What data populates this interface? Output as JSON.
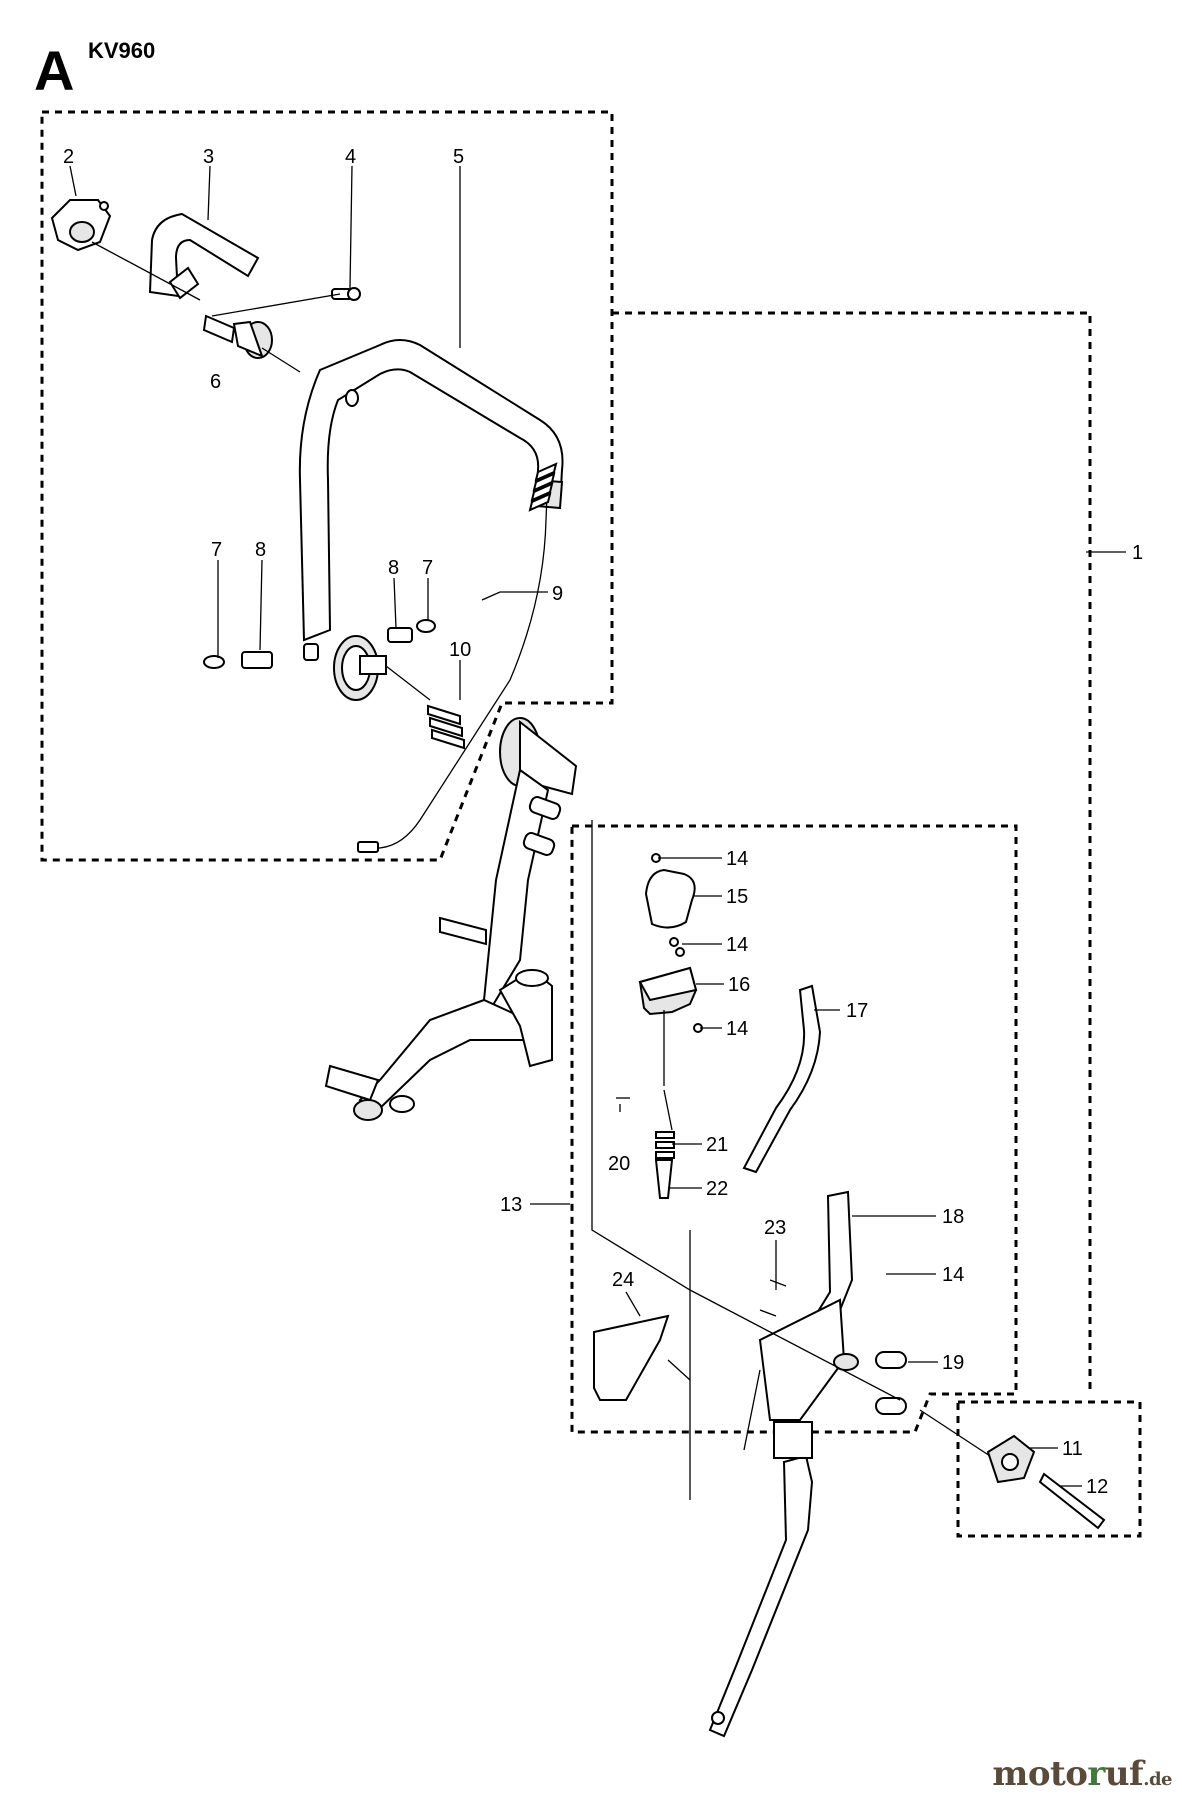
{
  "page": {
    "section_letter": "A",
    "model": "KV960"
  },
  "watermark": {
    "brand_prefix": "moto",
    "brand_u": "r",
    "brand_rest": "uf",
    "tld": ".de"
  },
  "callouts": [
    {
      "id": "c2",
      "label": "2"
    },
    {
      "id": "c3",
      "label": "3"
    },
    {
      "id": "c4",
      "label": "4"
    },
    {
      "id": "c5",
      "label": "5"
    },
    {
      "id": "c6",
      "label": "6"
    },
    {
      "id": "c7a",
      "label": "7"
    },
    {
      "id": "c8a",
      "label": "8"
    },
    {
      "id": "c8b",
      "label": "8"
    },
    {
      "id": "c7b",
      "label": "7"
    },
    {
      "id": "c9",
      "label": "9"
    },
    {
      "id": "c10",
      "label": "10"
    },
    {
      "id": "c1",
      "label": "1"
    },
    {
      "id": "c14a",
      "label": "14"
    },
    {
      "id": "c15",
      "label": "15"
    },
    {
      "id": "c14b",
      "label": "14"
    },
    {
      "id": "c16",
      "label": "16"
    },
    {
      "id": "c14c",
      "label": "14"
    },
    {
      "id": "c17",
      "label": "17"
    },
    {
      "id": "c20",
      "label": "20"
    },
    {
      "id": "c21",
      "label": "21"
    },
    {
      "id": "c22",
      "label": "22"
    },
    {
      "id": "c13",
      "label": "13"
    },
    {
      "id": "c23",
      "label": "23"
    },
    {
      "id": "c18",
      "label": "18"
    },
    {
      "id": "c14d",
      "label": "14"
    },
    {
      "id": "c24",
      "label": "24"
    },
    {
      "id": "c19",
      "label": "19"
    },
    {
      "id": "c11",
      "label": "11"
    },
    {
      "id": "c12",
      "label": "12"
    }
  ]
}
